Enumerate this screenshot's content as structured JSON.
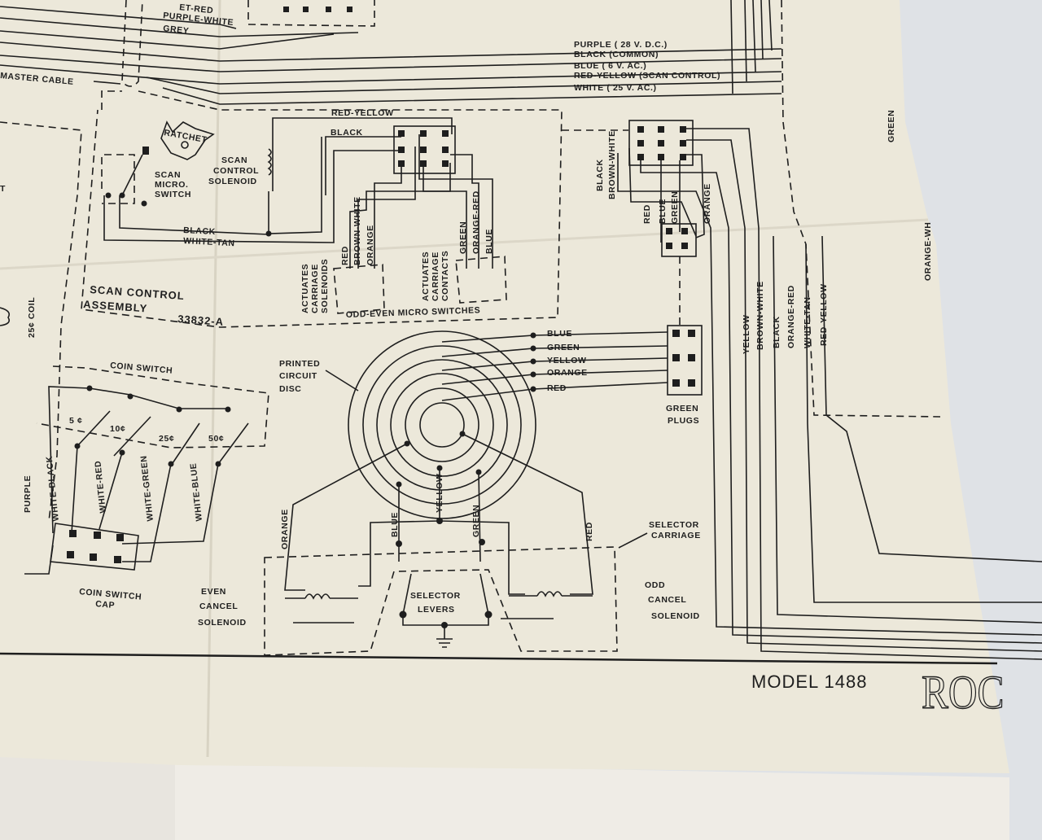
{
  "top_labels": {
    "partial_red": "ET-RED",
    "purple_white": "PURPLE-WHITE",
    "grey": "GREY",
    "master_cable": "MASTER CABLE"
  },
  "bus_wires": [
    "PURPLE ( 28 V. D.C.)",
    "BLACK (COMMON)",
    "BLUE  ( 6 V. AC.)",
    "RED-YELLOW (SCAN CONTROL)",
    "WHITE ( 25 V. AC.)"
  ],
  "scan_assembly": {
    "ratchet": "RATCHET",
    "micro_switch": [
      "SCAN",
      "MICRO.",
      "SWITCH"
    ],
    "solenoid": [
      "SCAN",
      "CONTROL",
      "SOLENOID"
    ],
    "wire_red_yellow": "RED-YELLOW",
    "wire_black_top": "BLACK",
    "wire_black": "BLACK",
    "wire_white_tan": "WHITE-TAN",
    "left_switch_wires": [
      "RED",
      "BROWN-WHITE",
      "ORANGE"
    ],
    "right_switch_wires": [
      "GREEN",
      "ORANGE-RED",
      "BLUE"
    ],
    "actuates_solenoids": [
      "ACTUATES",
      "CARRIAGE",
      "SOLENOIDS"
    ],
    "actuates_contacts": [
      "ACTUATES",
      "CARRIAGE",
      "CONTACTS"
    ],
    "odd_even": "ODD-EVEN MICRO SWITCHES",
    "title_line1": "SCAN CONTROL",
    "title_line2": "ASSEMBLY",
    "part_number": "33832-A",
    "partial_left": "T",
    "coil": "25¢ COIL"
  },
  "coin_switch": {
    "title": "COIN SWITCH",
    "denominations": [
      "5 ¢",
      "10¢",
      "25¢",
      "50¢"
    ],
    "wires": [
      "PURPLE",
      "WHITE-BLACK",
      "WHITE-RED",
      "WHITE-GREEN",
      "WHITE-BLUE"
    ],
    "cap": [
      "COIN SWITCH",
      "CAP"
    ]
  },
  "disc": {
    "label": [
      "PRINTED",
      "CIRCUIT",
      "DISC"
    ],
    "ring_wires": [
      "BLUE",
      "GREEN",
      "YELLOW",
      "ORANGE",
      "RED"
    ],
    "plugs": [
      "GREEN",
      "PLUGS"
    ],
    "lower_wires": {
      "orange": "ORANGE",
      "blue": "BLUE",
      "yellow": "YELLOW",
      "green": "GREEN",
      "red": "RED"
    }
  },
  "selector": {
    "carriage": [
      "SELECTOR",
      "CARRIAGE"
    ],
    "levers": [
      "SELECTOR",
      "LEVERS"
    ],
    "even": [
      "EVEN",
      "CANCEL",
      "SOLENOID"
    ],
    "odd": [
      "ODD",
      "CANCEL",
      "SOLENOID"
    ]
  },
  "right_connector": {
    "upper_wires": [
      "BLACK",
      "BROWN-WHITE"
    ],
    "plug_wires": [
      "RED",
      "BLUE",
      "GREEN",
      "ORANGE"
    ],
    "cable_wires": [
      "YELLOW",
      "BROWN-WHITE",
      "BLACK",
      "ORANGE-RED",
      "WHITE-TAN",
      "RED-YELLOW"
    ],
    "edge_green": "GREEN",
    "edge_orange": "ORANGE-WH"
  },
  "footer": {
    "model": "MODEL 1488",
    "logo": "ROC"
  },
  "colors": {
    "paper": "#ece8da",
    "ink": "#1e1e1e",
    "background": "#dfe2e6",
    "table": "#ebe9e4"
  }
}
